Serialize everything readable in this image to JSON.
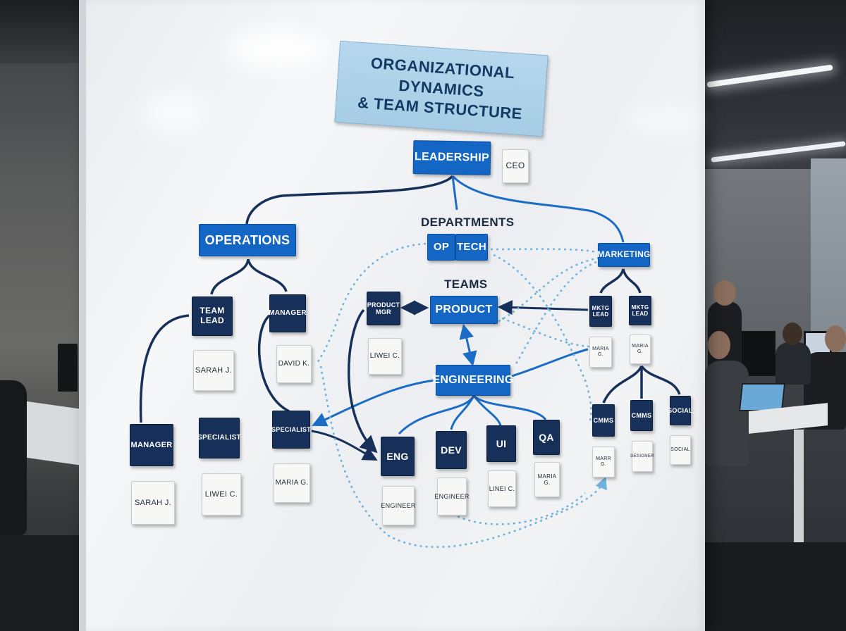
{
  "title": {
    "line1": "ORGANIZATIONAL DYNAMICS",
    "line2": "& TEAM STRUCTURE"
  },
  "leadership": {
    "label": "LEADERSHIP",
    "role": "CEO"
  },
  "sections": {
    "departments": "DEPARTMENTS",
    "teams": "TEAMS"
  },
  "departments": {
    "operations": "OPERATIONS",
    "op": "OP",
    "tech": "TECH",
    "marketing": "MARKETING"
  },
  "operations_tree": {
    "team_lead": "TEAM LEAD",
    "team_lead_name": "SARAH J.",
    "manager_top": "MANAGER",
    "manager_top_name": "DAVID K.",
    "manager_bottom": "MANAGER",
    "manager_bottom_name": "SARAH J.",
    "specialist_left": "SPECIALIST",
    "specialist_left_name": "LIWEI C.",
    "specialist_right": "SPECIALIST",
    "specialist_right_name": "MARIA G."
  },
  "product_tree": {
    "product_mgr": "PRODUCT MGR",
    "product_mgr_name": "LIWEI C.",
    "product": "PRODUCT",
    "engineering": "ENGINEERING",
    "eng": "ENG",
    "eng_name": "ENGINEER",
    "dev": "DEV",
    "dev_name": "ENGINEER",
    "ui": "UI",
    "ui_name": "LINEI C.",
    "qa": "QA",
    "qa_name": "MARIA G."
  },
  "marketing_tree": {
    "lead_left": "MKTG LEAD",
    "lead_left_name": "MARIA G.",
    "lead_right": "MKTG LEAD",
    "lead_right_name": "MARIA G.",
    "comms_left": "CMMS",
    "comms_left_name": "MARR G.",
    "comms_mid": "CMMS",
    "comms_mid_name": "DESIGNER",
    "social": "SOCIAL",
    "social_name": "SOCIAL"
  },
  "colors": {
    "accent_blue": "#1366c4",
    "navy": "#17305a",
    "title_bg": "#b6d7ec",
    "dotted_line": "#6fb3dd"
  }
}
